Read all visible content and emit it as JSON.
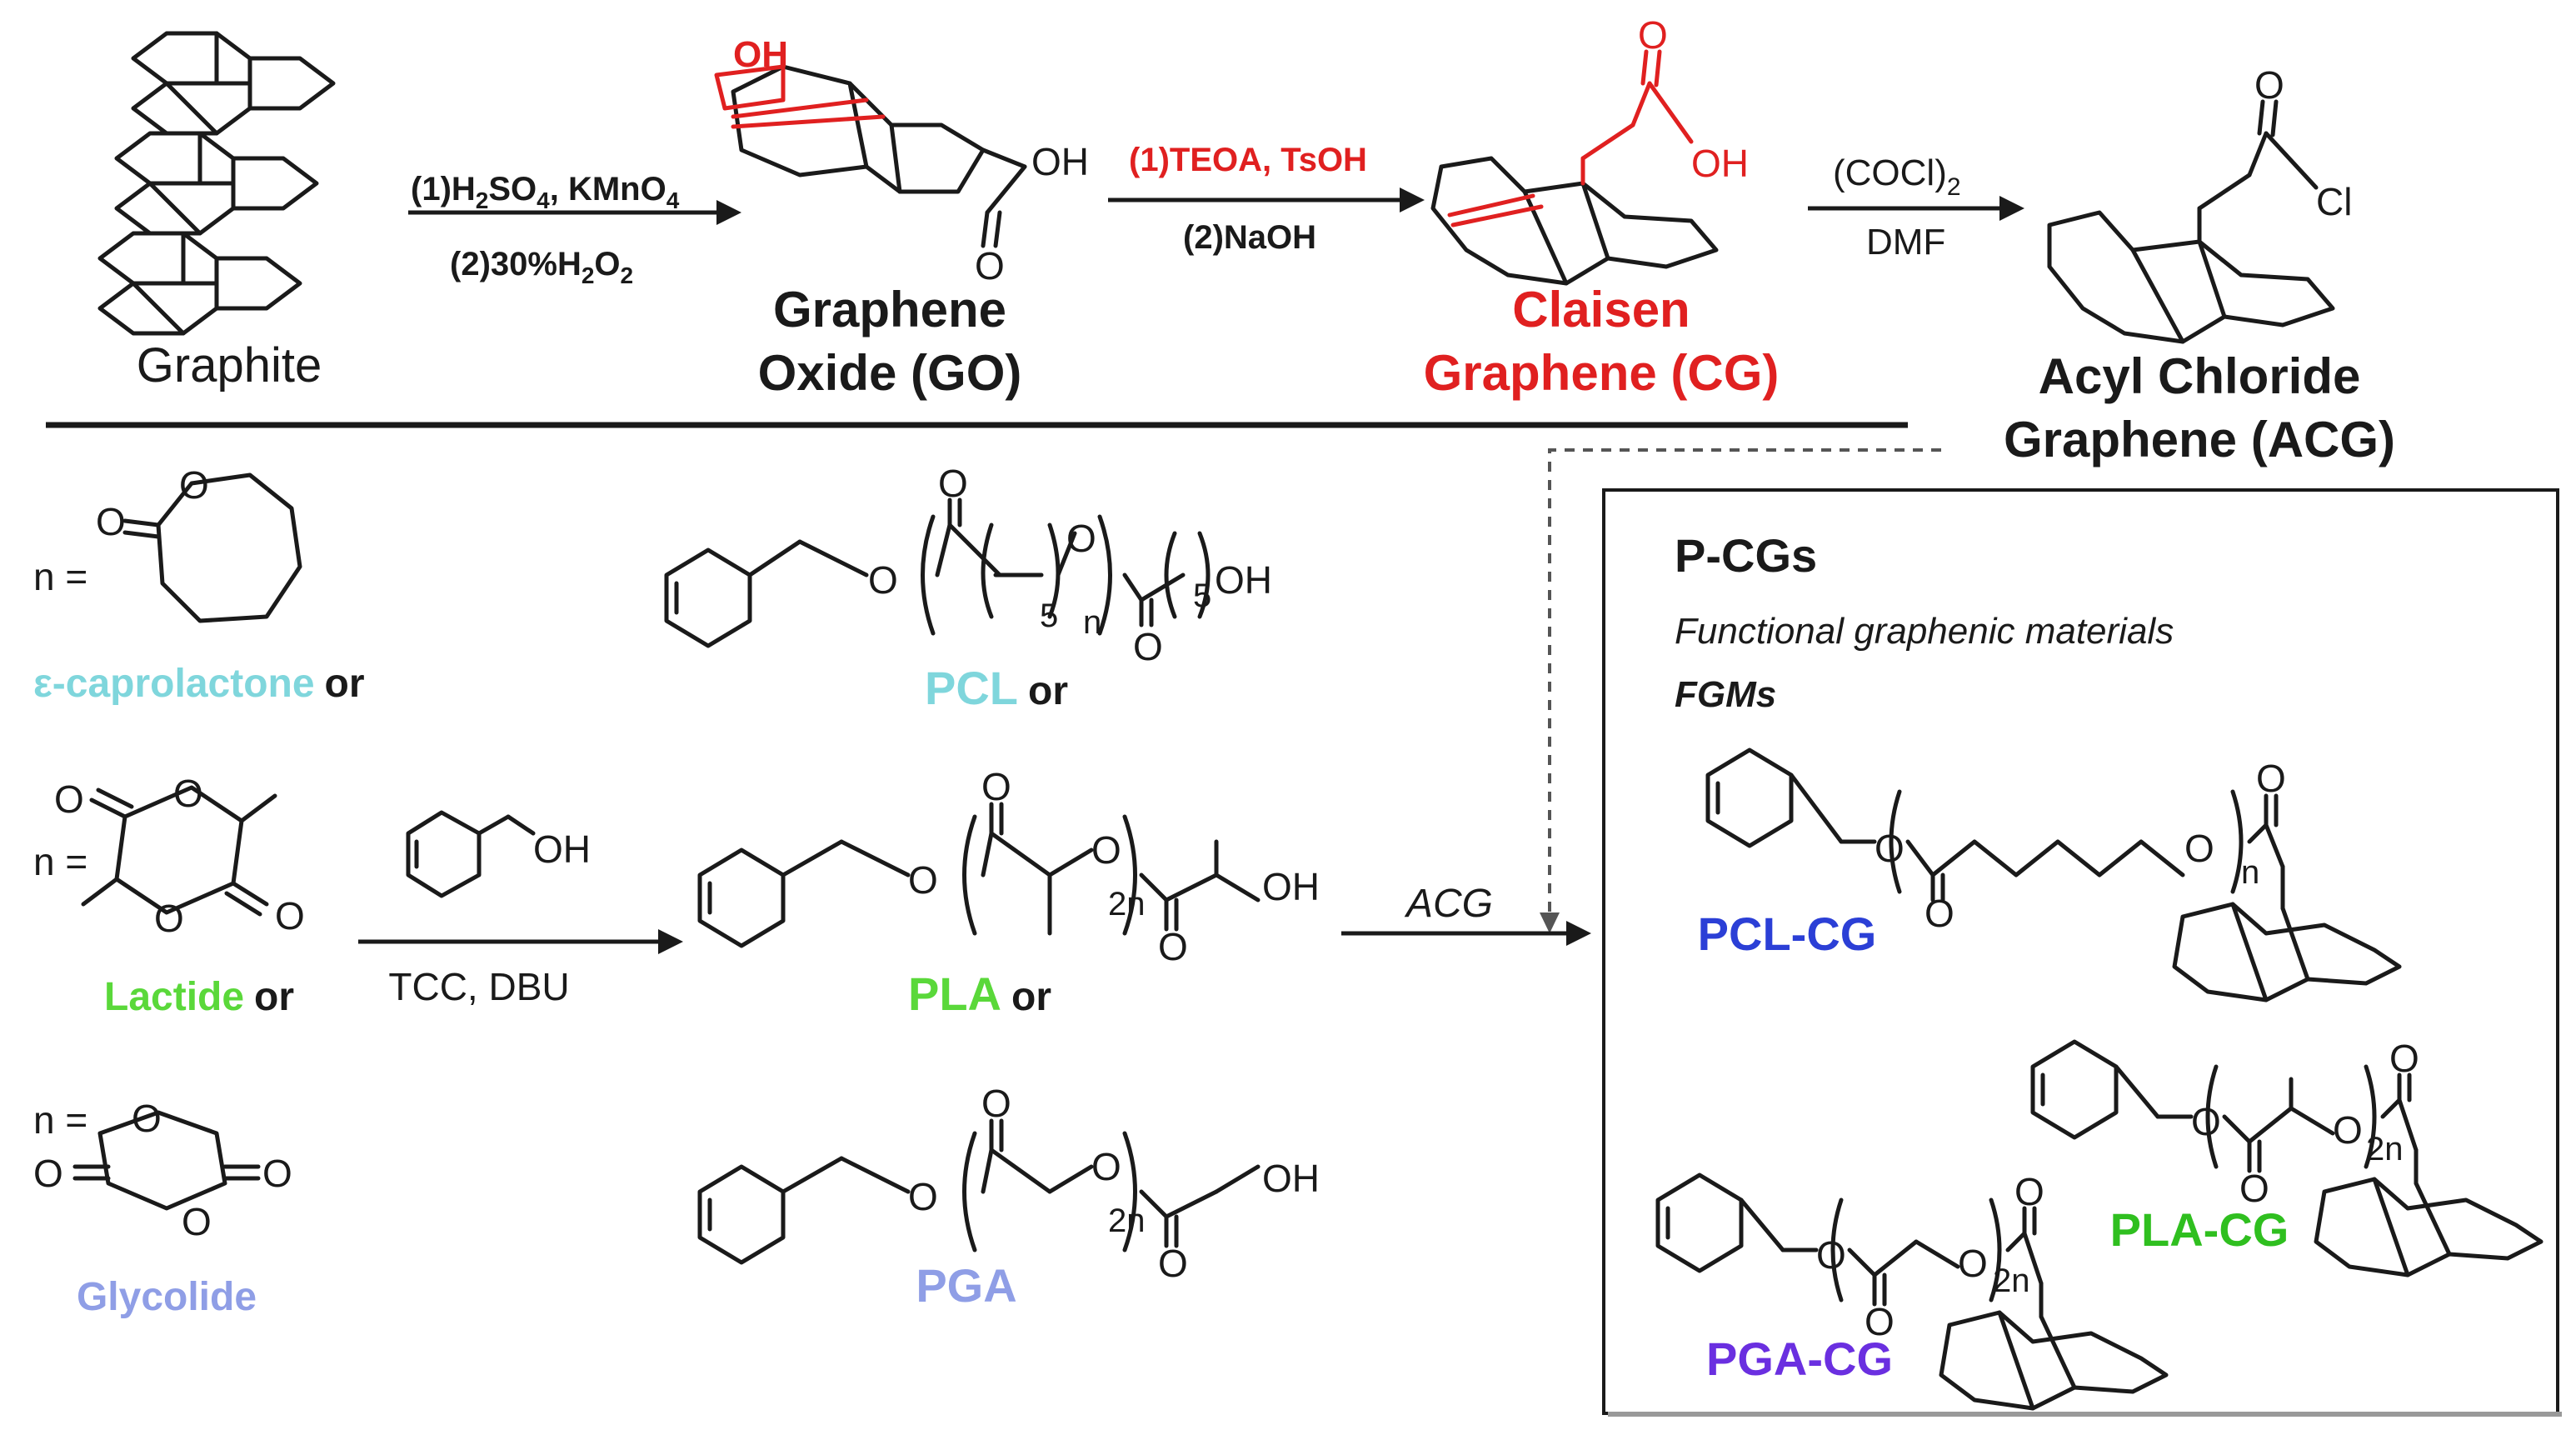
{
  "colors": {
    "black": "#1a1a1a",
    "red": "#e02020",
    "cyan": "#7fd6dc",
    "green": "#5ad83a",
    "lavender": "#8f9ee6",
    "blue": "#2b3fd6",
    "green_dark": "#2fbf1f",
    "purple": "#6a2fe0"
  },
  "top": {
    "graphite": "Graphite",
    "go_line1": "Graphene",
    "go_line2": "Oxide (GO)",
    "cg_line1": "Claisen",
    "cg_line2": "Graphene (CG)",
    "acg_line1": "Acyl Chloride",
    "acg_line2": "Graphene (ACG)",
    "step1_a": "(1)H",
    "step1_a_sub1": "2",
    "step1_a_mid": "SO",
    "step1_a_sub2": "4",
    "step1_a_end": ", KMnO",
    "step1_a_sub3": "4",
    "step1_b": "(2)30%H",
    "step1_b_sub1": "2",
    "step1_b_mid": "O",
    "step1_b_sub2": "2",
    "step2_a": "(1)TEOA, TsOH",
    "step2_b": "(2)NaOH",
    "step3_a": "(COCl)",
    "step3_a_sub": "2",
    "step3_b": "DMF",
    "oh_go": "OH",
    "oh_go_top": "OH",
    "o_go": "O",
    "o_cg": "O",
    "oh_cg": "OH",
    "o_acg": "O",
    "cl_acg": "Cl"
  },
  "monomers": {
    "n_eq": "n =",
    "caprolactone": "ε-caprolactone",
    "lactide": "Lactide",
    "glycolide": "Glycolide",
    "or": "or",
    "o": "O"
  },
  "reaction": {
    "catalyst": "TCC, DBU",
    "initiator_oh": "OH",
    "acg_label": "ACG"
  },
  "polymers": {
    "pcl": "PCL",
    "pla": "PLA",
    "pga": "PGA",
    "or": "or",
    "o": "O",
    "oh": "OH",
    "sub5": "5",
    "n": "n",
    "two_n": "2n"
  },
  "box": {
    "title": "P-CGs",
    "subtitle": "Functional graphenic materials",
    "abbr": "FGMs",
    "pcl_cg": "PCL-CG",
    "pla_cg": "PLA-CG",
    "pga_cg": "PGA-CG"
  }
}
